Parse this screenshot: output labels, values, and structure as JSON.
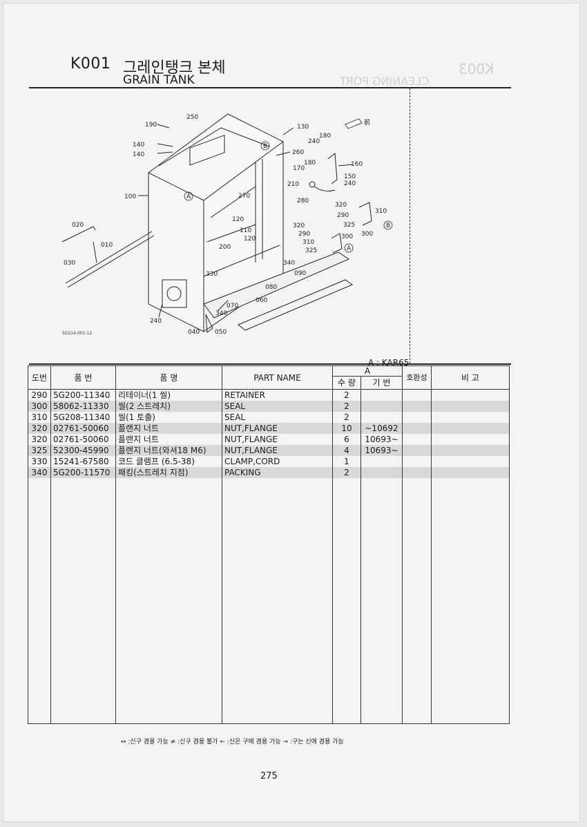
{
  "header": {
    "code": "K001",
    "title_kr": "그레인탱크 본체",
    "title_en": "GRAIN TANK",
    "ghost_code": "K003",
    "ghost_title": "CLEANING PORT"
  },
  "diagram": {
    "drawing_code": "5G214-001-12",
    "front_label": "前",
    "callouts": [
      "250",
      "190",
      "130",
      "180",
      "240",
      "140",
      "140",
      "260",
      "160",
      "180",
      "170",
      "150",
      "240",
      "210",
      "100",
      "280",
      "270",
      "320",
      "290",
      "310",
      "325",
      "300",
      "020",
      "120",
      "110",
      "120",
      "320",
      "290",
      "300",
      "310",
      "325",
      "010",
      "200",
      "030",
      "340",
      "330",
      "090",
      "080",
      "070",
      "060",
      "240",
      "340",
      "040",
      "050"
    ],
    "ref_marks": [
      "A",
      "B",
      "B",
      "A"
    ]
  },
  "model_note": "A  :  KAR65",
  "table": {
    "headers": {
      "ref": "도번",
      "part_no": "품 번",
      "part_name_kr": "품 명",
      "part_name_en": "PART NAME",
      "group_a": "A",
      "qty": "수 량",
      "serial": "기 번",
      "interchange": "호환성",
      "remarks": "비 고"
    },
    "rows": [
      {
        "ref": "290",
        "part_no": "5G200-11340",
        "name_kr": "리테이너(1 씰)",
        "name_en": "RETAINER",
        "qty": "2",
        "serial": "",
        "compat": "",
        "remarks": ""
      },
      {
        "ref": "300",
        "part_no": "58062-11330",
        "name_kr": "씰(2 스트레치)",
        "name_en": "SEAL",
        "qty": "2",
        "serial": "",
        "compat": "",
        "remarks": ""
      },
      {
        "ref": "310",
        "part_no": "5G208-11340",
        "name_kr": "씰(1 토출)",
        "name_en": "SEAL",
        "qty": "2",
        "serial": "",
        "compat": "",
        "remarks": ""
      },
      {
        "ref": "320",
        "part_no": "02761-50060",
        "name_kr": "플랜지 너트",
        "name_en": "NUT,FLANGE",
        "qty": "10",
        "serial": "~10692",
        "compat": "",
        "remarks": ""
      },
      {
        "ref": "320",
        "part_no": "02761-50060",
        "name_kr": "플랜지 너트",
        "name_en": "NUT,FLANGE",
        "qty": "6",
        "serial": "10693~",
        "compat": "",
        "remarks": ""
      },
      {
        "ref": "325",
        "part_no": "52300-45990",
        "name_kr": "플랜지 너트(와셔18 M6)",
        "name_en": "NUT,FLANGE",
        "qty": "4",
        "serial": "10693~",
        "compat": "",
        "remarks": ""
      },
      {
        "ref": "330",
        "part_no": "15241-67580",
        "name_kr": "코드 클램프 (6.5-38)",
        "name_en": "CLAMP,CORD",
        "qty": "1",
        "serial": "",
        "compat": "",
        "remarks": ""
      },
      {
        "ref": "340",
        "part_no": "5G200-11570",
        "name_kr": "패킹(스트레치 지점)",
        "name_en": "PACKING",
        "qty": "2",
        "serial": "",
        "compat": "",
        "remarks": ""
      }
    ]
  },
  "legend": "↔ :신구 겸용 가능    ≠ :신구 겸용 불가    ← :신은 구에 겸용 가능    → :구는 신에 겸용 가능",
  "page_number": "275"
}
